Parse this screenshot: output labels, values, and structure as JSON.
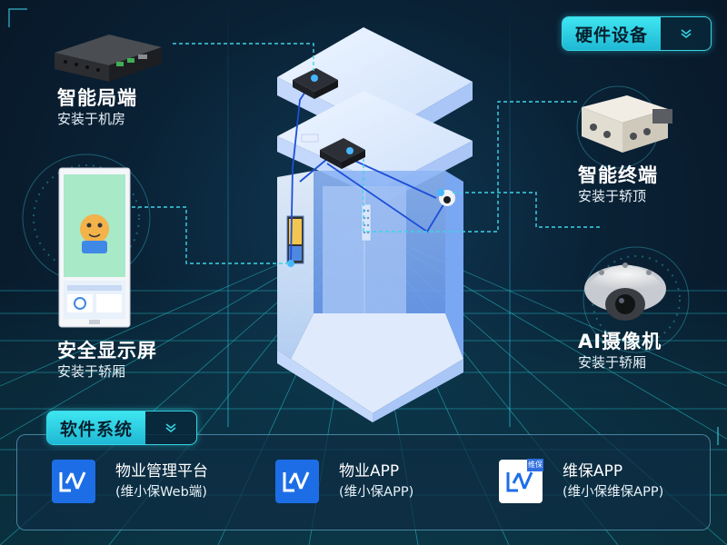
{
  "hardware": {
    "title": "硬件设备",
    "devices": [
      {
        "name": "智能局端",
        "sub": "安装于机房"
      },
      {
        "name": "智能终端",
        "sub": "安装于轿顶"
      },
      {
        "name": "安全显示屏",
        "sub": "安装于轿厢"
      },
      {
        "name": "AI摄像机",
        "sub": "安装于轿厢"
      }
    ]
  },
  "software": {
    "title": "软件系统",
    "apps": [
      {
        "name": "物业管理平台",
        "sub": "(维小保Web端)",
        "badge": ""
      },
      {
        "name": "物业APP",
        "sub": "(维小保APP)",
        "badge": ""
      },
      {
        "name": "维保APP",
        "sub": "(维小保维保APP)",
        "badge": "维保"
      }
    ]
  },
  "colors": {
    "accent": "#36d6e7",
    "app_logo_blue": "#1d6ee6",
    "app_logo_white": "#ffffff",
    "connector": "#1e4fd8",
    "dashed_line": "#3fd3e6"
  },
  "icons": [
    "chevron-down-icon",
    "logo-icon"
  ]
}
